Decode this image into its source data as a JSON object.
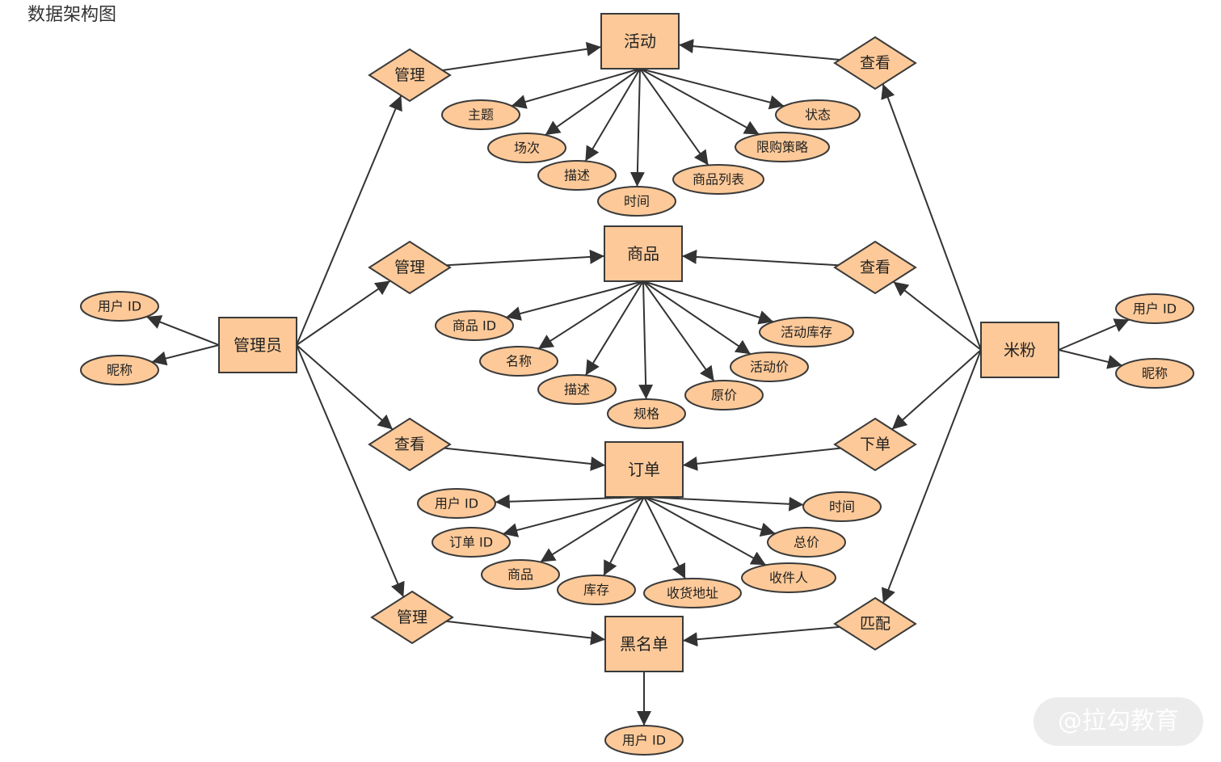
{
  "title": "数据架构图",
  "watermark": "@拉勾教育",
  "colors": {
    "fill": "#fdc998",
    "stroke": "#3a3a3a",
    "edge": "#333333"
  },
  "entities": {
    "activity": "活动",
    "product": "商品",
    "admin": "管理员",
    "fan": "米粉",
    "order": "订单",
    "blacklist": "黑名单"
  },
  "relations": {
    "manage_activity": "管理",
    "view_activity": "查看",
    "manage_product": "管理",
    "view_product": "查看",
    "view_order": "查看",
    "place_order": "下单",
    "manage_blacklist": "管理",
    "match_blacklist": "匹配"
  },
  "attributes": {
    "activity": [
      "主题",
      "场次",
      "描述",
      "时间",
      "商品列表",
      "限购策略",
      "状态"
    ],
    "product": [
      "商品 ID",
      "名称",
      "描述",
      "规格",
      "原价",
      "活动价",
      "活动库存"
    ],
    "order": [
      "用户 ID",
      "订单 ID",
      "商品",
      "库存",
      "收货地址",
      "收件人",
      "总价",
      "时间"
    ],
    "admin": [
      "用户 ID",
      "昵称"
    ],
    "fan": [
      "用户 ID",
      "昵称"
    ],
    "blacklist": [
      "用户 ID"
    ]
  }
}
